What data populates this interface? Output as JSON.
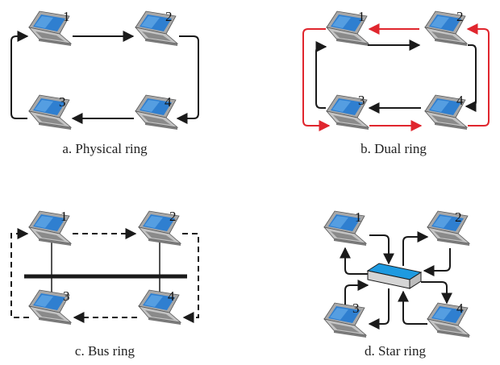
{
  "colors": {
    "line": "#1a1a1a",
    "red": "#e0262e",
    "screen": "#2f7fd0",
    "laptop_body": "#b9b9b9",
    "laptop_dark": "#7a7a7a",
    "hub_top": "#1e9ae0",
    "hub_side": "#d5d5d5"
  },
  "icons": [
    "laptop-icon",
    "hub-icon"
  ],
  "diagrams": {
    "physical": {
      "caption": "a. Physical ring",
      "labels": [
        "1",
        "2",
        "3",
        "4"
      ]
    },
    "dual": {
      "caption": "b. Dual ring",
      "labels": [
        "1",
        "2",
        "3",
        "4"
      ]
    },
    "bus": {
      "caption": "c. Bus ring",
      "labels": [
        "1",
        "2",
        "3",
        "4"
      ]
    },
    "star": {
      "caption": "d. Star ring",
      "labels": [
        "1",
        "2",
        "3",
        "4"
      ]
    }
  }
}
